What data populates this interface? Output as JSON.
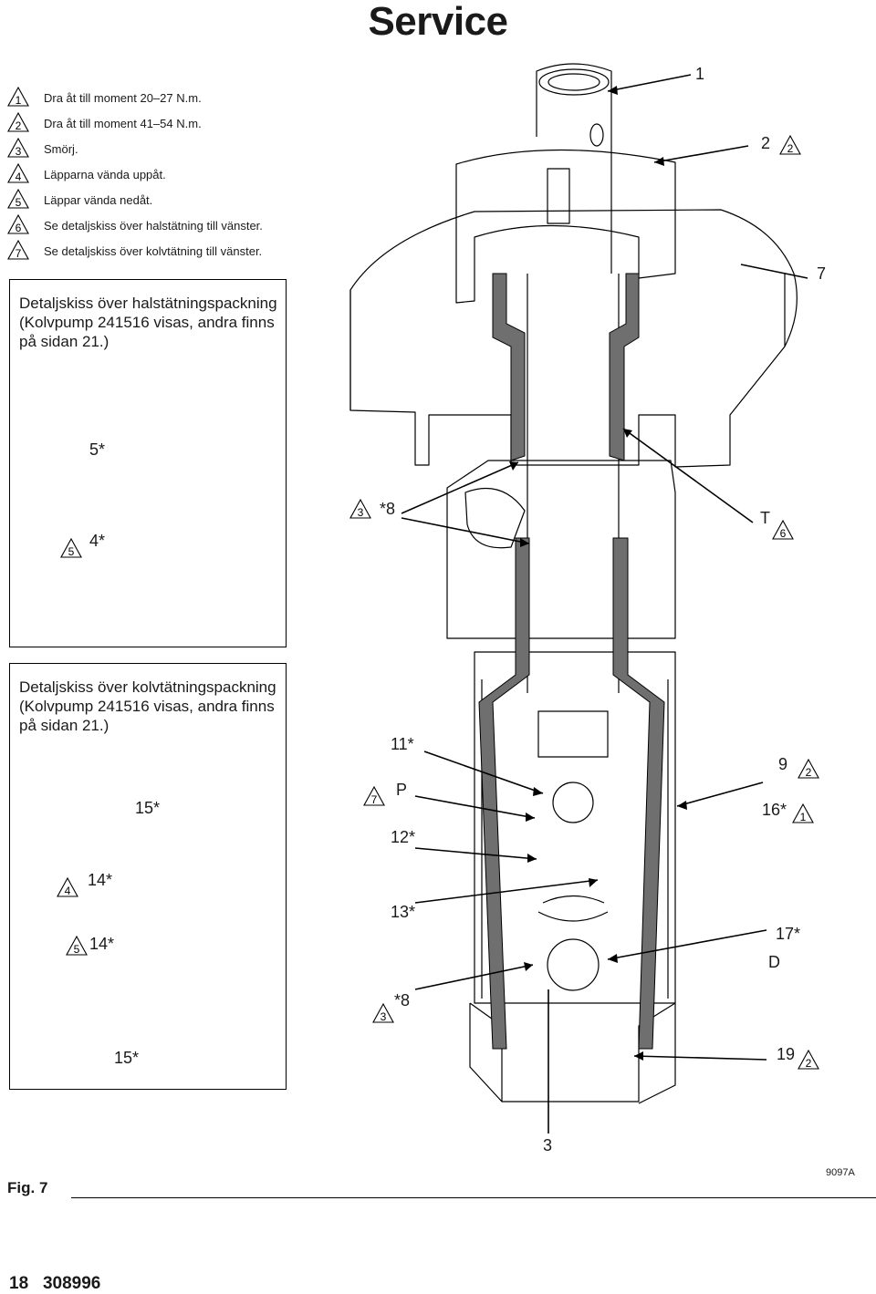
{
  "title": "Service",
  "legend": [
    {
      "num": "1",
      "text": "Dra åt till moment 20–27 N.m."
    },
    {
      "num": "2",
      "text": "Dra åt till moment 41–54 N.m."
    },
    {
      "num": "3",
      "text": "Smörj."
    },
    {
      "num": "4",
      "text": "Läpparna vända uppåt."
    },
    {
      "num": "5",
      "text": "Läppar vända nedåt."
    },
    {
      "num": "6",
      "text": "Se detaljskiss över halstätning till vänster."
    },
    {
      "num": "7",
      "text": "Se detaljskiss över kolvtätning till vänster."
    }
  ],
  "detail_throat": {
    "caption": [
      "Detaljskiss över halstätningspackning",
      "(Kolvpump 241516 visas, andra finns",
      "på sidan 21.)"
    ],
    "labels": {
      "l5": "5*",
      "l4": "4*",
      "t5": "5"
    }
  },
  "detail_piston": {
    "caption": [
      "Detaljskiss över kolvtätningspackning",
      "(Kolvpump 241516 visas, andra finns",
      "på sidan 21.)"
    ],
    "labels": {
      "l15a": "15*",
      "l14a": "14*",
      "l14b": "14*",
      "l15b": "15*",
      "t4": "4",
      "t5": "5"
    }
  },
  "callouts": {
    "c1": "1",
    "c2": "2",
    "c2t": "2",
    "c7": "7",
    "c8a": "*8",
    "c8at": "3",
    "cT": "T",
    "cTt": "6",
    "c11": "11*",
    "cP": "P",
    "cPt": "7",
    "c9": "9",
    "c9t": "2",
    "c16": "16*",
    "c16t": "1",
    "c12": "12*",
    "c13": "13*",
    "c17": "17*",
    "cD": "D",
    "c8b": "*8",
    "c8bt": "3",
    "c19": "19",
    "c19t": "2",
    "c3": "3"
  },
  "figure_label": "Fig. 7",
  "drawing_code": "9097A",
  "footer": "18   308996",
  "colors": {
    "section_fill": "#6f6f6f",
    "line": "#000000"
  }
}
